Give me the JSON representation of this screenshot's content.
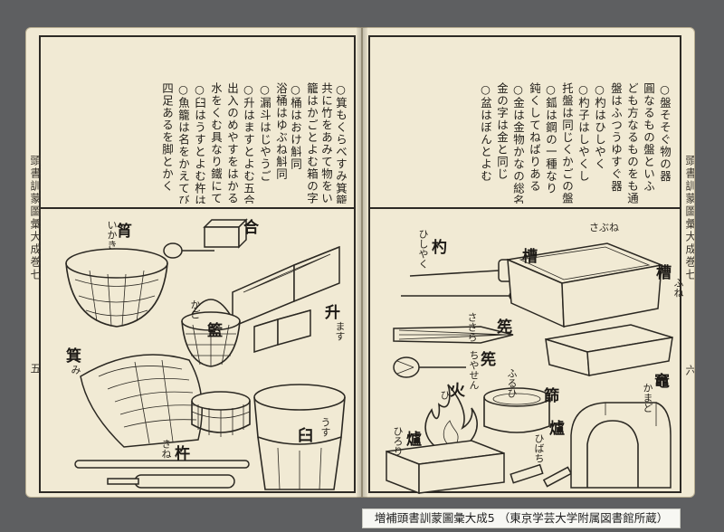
{
  "caption": "増補頭書訓蒙圖彙大成5 （東京学芸大学附属図書館所蔵）",
  "left_page": {
    "running_title": "頭書訓蒙圖彙大成巻七",
    "folio": "五",
    "text_columns": [
      "○箕もくらべすみ箕籠筥筐",
      "共に竹をあみて物をいるゝうつは",
      "籠はかごとよむ箱の字をもかく",
      "○桶はおけ斛同",
      "浴桶はゆぶね斛同",
      "○漏斗はじやうご",
      "○升はますとよむ五合入十合入",
      "出入のめやすをはかる器",
      "水をくむ具なり鐵にてつくる",
      "○臼はうすとよむ杵はきね",
      "○魚籠は名をかえてびくともいふ",
      "四足あるを脚とかく"
    ],
    "labels": {
      "basket": "筲",
      "basket_kana": "いかき",
      "lidded_box": "合",
      "basket_hand": "籃",
      "basket_hand_kana": "かご",
      "winnow": "箕",
      "winnow_kana": "み",
      "measure": "升",
      "measure_kana": "ます",
      "pestle": "杵",
      "pestle_kana": "きね",
      "mortar": "臼",
      "mortar_kana": "うす"
    }
  },
  "right_page": {
    "running_title": "頭書訓蒙圖彙大成巻七",
    "folio": "六",
    "text_columns": [
      "○盤そそぐ物の器",
      "圓なるもの盤といふ",
      "ども方なるものをも通じていふ",
      "盤はふつうゆすぐ器",
      "○杓はひしやく",
      "○杓子はしやくし",
      "托盤は同じくかごの盤",
      "○鈲は鋼の一種なり",
      "鈍くしてねばりある",
      "○金は金物かなの総名",
      "金の字は金と同じ",
      "○盆はぼんとよむ"
    ],
    "labels": {
      "ladle": "杓",
      "ladle_kana": "ひしやく",
      "tub": "槽",
      "tub_kana": "さぶね",
      "tub_side": "槽",
      "tub_side_kana": "ふね",
      "whisk": "筅",
      "whisk_kana": "ささら",
      "whisk2": "筅",
      "whisk2_kana": "ちやせん",
      "sieve": "篩",
      "sieve_kana": "ふるひ",
      "fire": "火",
      "fire_kana": "ひ",
      "stove": "竈",
      "stove_kana": "かまど",
      "hearth": "爐",
      "hearth_kana": "ひろり",
      "furnace_label": "爐",
      "furnace_kana": "ひばち"
    }
  }
}
